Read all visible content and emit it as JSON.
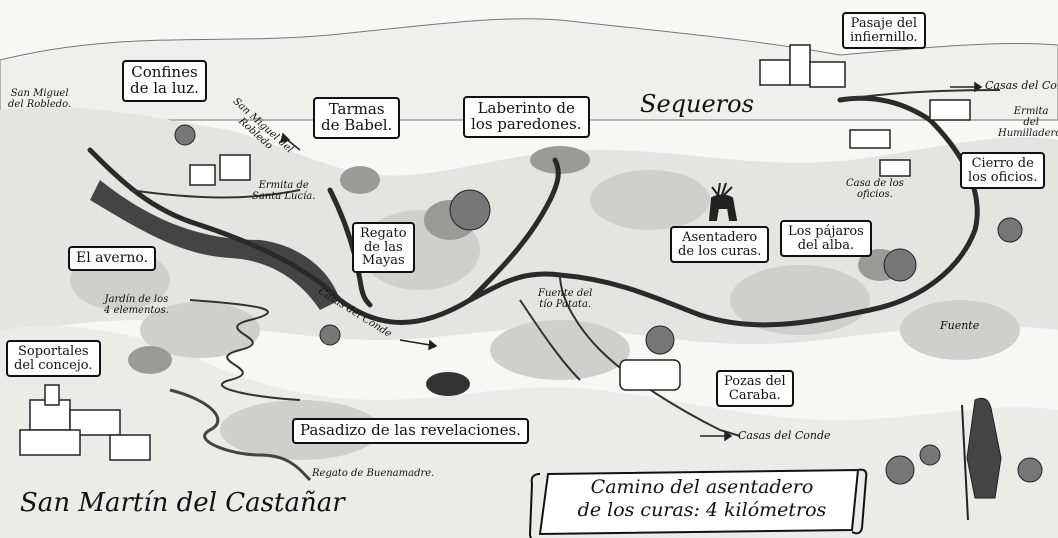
{
  "labels": {
    "san_miguel_robledo": [
      "San Miguel",
      "del Robledo."
    ],
    "confines": [
      "Confines",
      "de la luz."
    ],
    "san_miguel_robledo_road": [
      "San Miguel del",
      "Robledo"
    ],
    "tarmas": [
      "Tarmas",
      "de Babel."
    ],
    "laberinto": [
      "Laberinto de",
      "los paredones."
    ],
    "sequeros": "Sequeros",
    "pasaje": [
      "Pasaje del",
      "infiernillo."
    ],
    "casas_conde_ne": "Casas del Conde",
    "ermita_humilladero": [
      "Ermita",
      "del",
      "Humilladero."
    ],
    "cierro": [
      "Cierro de",
      "los oficios."
    ],
    "casa_oficios": [
      "Casa de los",
      "oficios."
    ],
    "ermita_santa_lucia": [
      "Ermita de",
      "Santa Lucía."
    ],
    "regato_mayas": [
      "Regato",
      "de las",
      "Mayas"
    ],
    "asentadero": [
      "Asentadero",
      "de los curas."
    ],
    "pajaros": [
      "Los pájaros",
      "del alba."
    ],
    "averno": "El averno.",
    "jardin": [
      "Jardín de los",
      "4 elementos."
    ],
    "casas_conde_mid": "Casas del Conde",
    "fuente_tio_patata": [
      "Fuente del",
      "tío Patata."
    ],
    "fuente": "Fuente",
    "soportales": [
      "Soportales",
      "del concejo."
    ],
    "pozas": [
      "Pozas del",
      "Caraba."
    ],
    "pasadizo": "Pasadizo de las revelaciones.",
    "casas_conde_s": "Casas del Conde",
    "regato_buenamadre": "Regato de Buenamadre.",
    "san_martin": "San Martín del Castañar",
    "scroll_title": [
      "Camino del asentadero",
      "de los curas: 4 kilómetros"
    ]
  },
  "colors": {
    "ink": "#111111",
    "paper": "#f7f7f5",
    "path": "#2a2a2a",
    "wash": "#d9d9d6",
    "dark_wash": "#555555"
  }
}
